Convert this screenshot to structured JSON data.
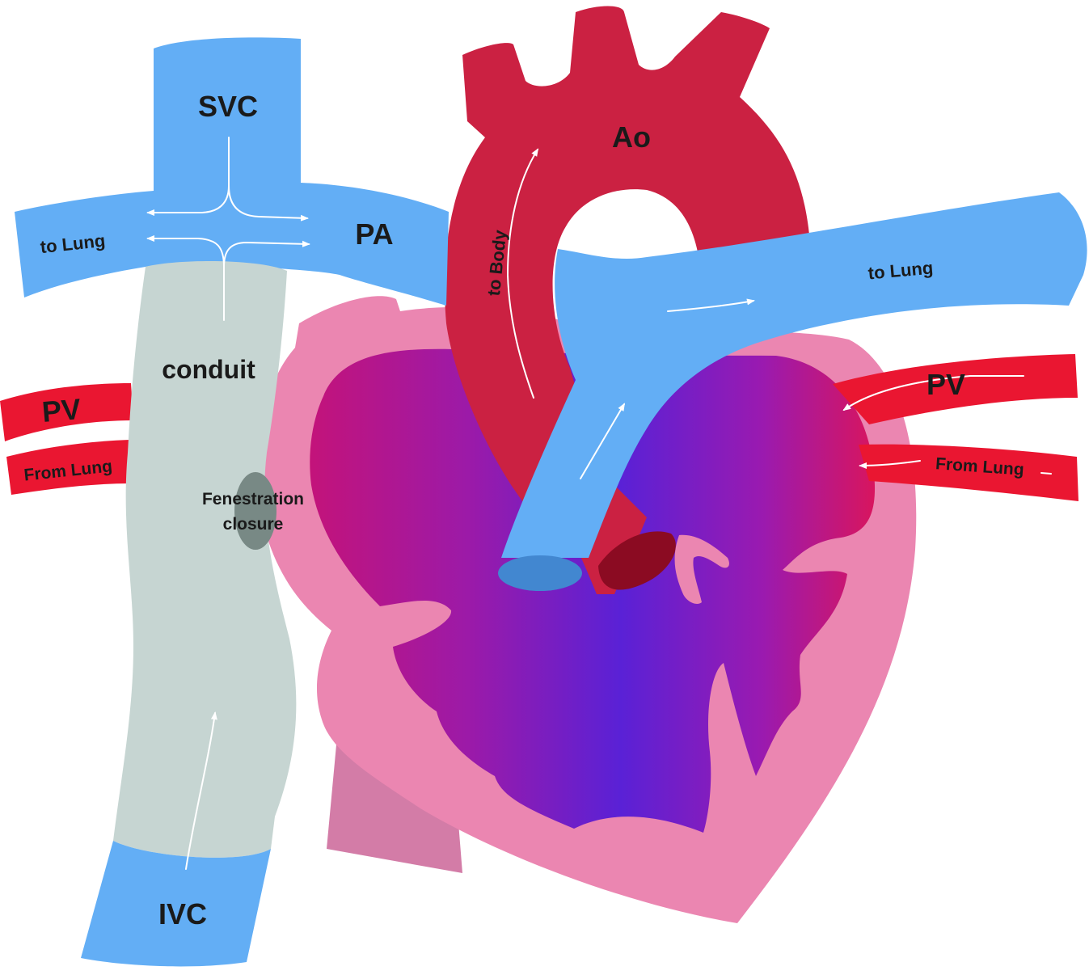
{
  "diagram": {
    "colors": {
      "venous_blue": "#63aef5",
      "aorta_red": "#cb2142",
      "pulmonary_vein_red": "#ea1631",
      "heart_wall_pink": "#eb86b1",
      "conduit_gray": "#c6d5d2",
      "fenestration_gray": "#788985",
      "chamber_magenta": "#c3137a",
      "chamber_violet": "#5a21d6"
    },
    "labels": {
      "svc": "SVC",
      "pa": "PA",
      "ao": "Ao",
      "ivc": "IVC",
      "conduit": "conduit",
      "to_lung_left": "to Lung",
      "to_lung_right": "to Lung",
      "to_body": "to Body",
      "pv_left": "PV",
      "pv_right": "PV",
      "from_lung_left": "From Lung",
      "from_lung_right": "From Lung",
      "fenestration_line1": "Fenestration",
      "fenestration_line2": "closure"
    }
  }
}
